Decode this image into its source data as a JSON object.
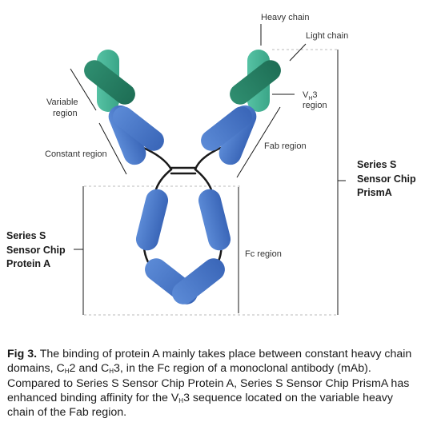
{
  "colors": {
    "heavy_chain": "#3f6fc2",
    "heavy_chain_light": "#5b8ad6",
    "light_chain": "#2e8f72",
    "light_chain_light": "#4ab89a",
    "line": "#1a1a1a",
    "dashed": "#bbbbbb"
  },
  "labels": {
    "heavy_chain": "Heavy chain",
    "light_chain": "Light chain",
    "variable_1": "Variable",
    "variable_2": "region",
    "vh3_v": "V",
    "vh3_sub": "H",
    "vh3_num": "3",
    "vh3_region": "region",
    "constant_region": "Constant region",
    "fab_region": "Fab region",
    "fc_region": "Fc region",
    "prisma": [
      "Series S",
      "Sensor Chip",
      "PrismA"
    ],
    "protein_a": [
      "Series S",
      "Sensor Chip",
      "Protein A"
    ]
  },
  "caption": {
    "fig_label": "Fig 3.",
    "t1": " The binding of protein A mainly takes place between constant heavy chain domains, C",
    "s1": "H",
    "t2": "2 and C",
    "s2": "H",
    "t3": "3, in the Fc region of a monoclonal antibody (mAb). Compared to Series S Sensor Chip Protein A, Series S Sensor Chip PrismA has enhanced binding affinity for the V",
    "s3": "H",
    "t4": "3 sequence located on the variable heavy chain of the Fab region."
  }
}
